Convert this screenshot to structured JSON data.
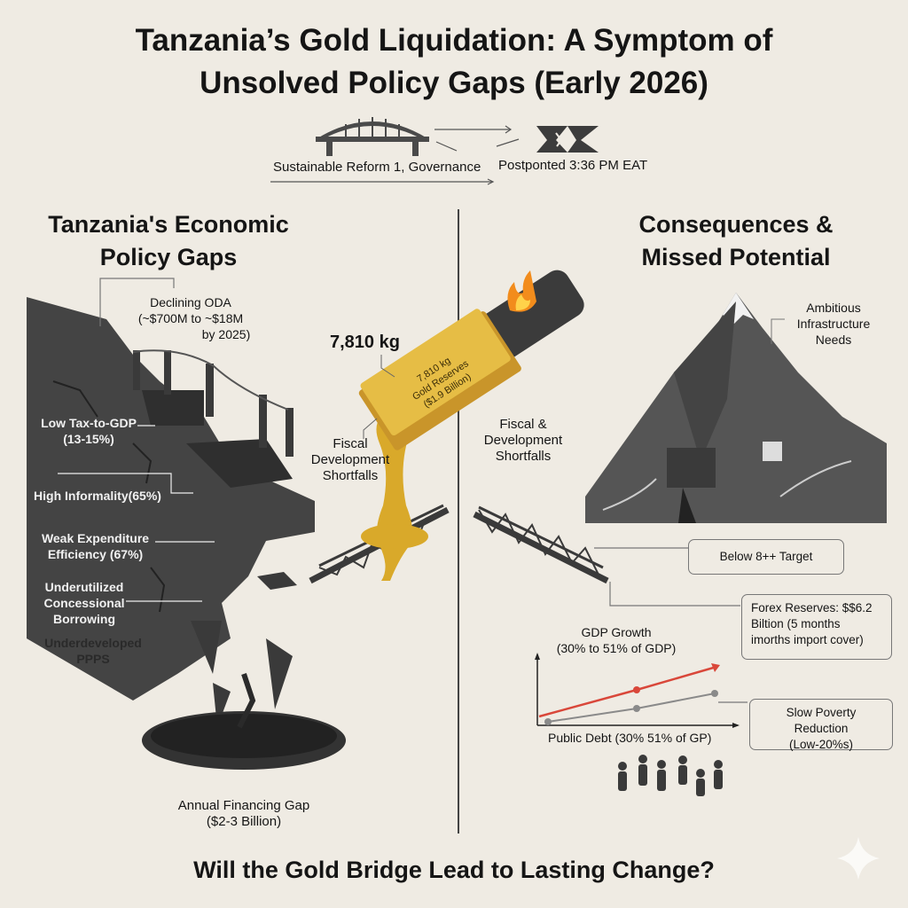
{
  "title": {
    "line1": "Tanzania’s Gold Liquidation: A Symptom of",
    "line2": "Unsolved Policy Gaps (Early 2026)"
  },
  "subheader": {
    "left": "Sustainable Reform 1, Governance",
    "right": "Postponted 3:36 PM EAT",
    "icons": [
      "bridge-icon",
      "broken-x-icon"
    ]
  },
  "left_section": {
    "heading_line1": "Tanzania's Economic",
    "heading_line2": "Policy Gaps",
    "oda": [
      "Declining ODA",
      "(~$700M to ~$18M",
      "by 2025)"
    ],
    "gaps": [
      [
        "Low Tax-to-GDP",
        "(13-15%)"
      ],
      [
        "High Informality(65%)"
      ],
      [
        "Weak Expenditure",
        "Efficiency (67%)"
      ],
      [
        "Underutilized",
        "Concessional",
        "Borrowing"
      ],
      [
        "Underdeveloped PPPS"
      ]
    ],
    "financing_gap": [
      "Annual Financing Gap",
      "($2-3 Billion)"
    ]
  },
  "center": {
    "gold_weight": "7,810 kg",
    "bar_text": [
      "7,810 kg",
      "Gold Reserves",
      "($1.9 Billion)"
    ],
    "left_caption": [
      "Fiscal",
      "Development",
      "Shortfalls"
    ],
    "right_caption": [
      "Fiscal &",
      "Development",
      "Shortfalls"
    ]
  },
  "right_section": {
    "heading_line1": "Consequences &",
    "heading_line2": "Missed Potential",
    "infrastructure": [
      "Ambitious",
      "Infrastructure",
      "Needs"
    ],
    "target_box": "Below 8++ Target",
    "forex_box": [
      "Forex Reserves: $$6.2",
      "Biltion (5 months",
      "imorths import cover)"
    ],
    "gdp_label": [
      "GDP Growth",
      "(30% to 51% of GDP)"
    ],
    "debt_label": "Public Debt (30% 51% of GP)",
    "poverty_box": [
      "Slow Poverty Reduction",
      "(Low-20%s)"
    ]
  },
  "colors": {
    "background": "#efebe3",
    "cliff": "#3f3f3f",
    "gold": "#d9a92a",
    "red_line": "#d9473a",
    "gray_line": "#8a8a8a"
  },
  "footer_question": "Will the Gold Bridge Lead to Lasting Change?"
}
